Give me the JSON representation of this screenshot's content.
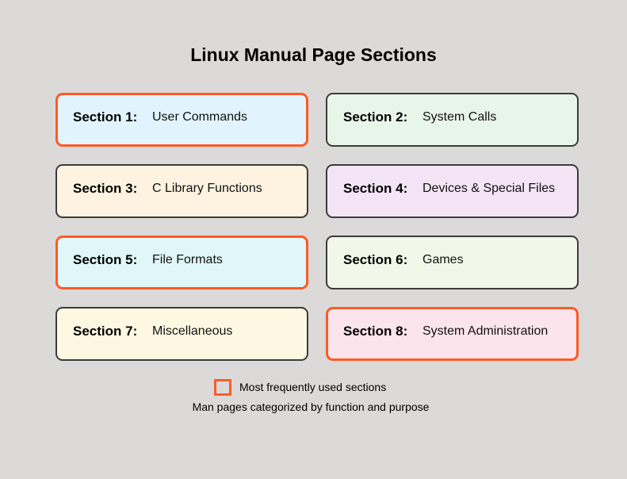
{
  "title": "Linux Manual Page Sections",
  "sections": [
    {
      "number": "Section 1:",
      "name": "User Commands",
      "fill": "#e1f4fd",
      "frequent": true
    },
    {
      "number": "Section 2:",
      "name": "System Calls",
      "fill": "#e8f5e9",
      "frequent": false
    },
    {
      "number": "Section 3:",
      "name": "C Library Functions",
      "fill": "#fef3e0",
      "frequent": false
    },
    {
      "number": "Section 4:",
      "name": "Devices & Special Files",
      "fill": "#f3e5f5",
      "frequent": false
    },
    {
      "number": "Section 5:",
      "name": "File Formats",
      "fill": "#e0f7f9",
      "frequent": true
    },
    {
      "number": "Section 6:",
      "name": "Games",
      "fill": "#f1f8e9",
      "frequent": false
    },
    {
      "number": "Section 7:",
      "name": "Miscellaneous",
      "fill": "#fef8e2",
      "frequent": false
    },
    {
      "number": "Section 8:",
      "name": "System Administration",
      "fill": "#fce4ec",
      "frequent": true
    }
  ],
  "legend": {
    "label": "Most frequently used sections",
    "color": "#ff5a26"
  },
  "caption": "Man pages categorized by function and purpose"
}
